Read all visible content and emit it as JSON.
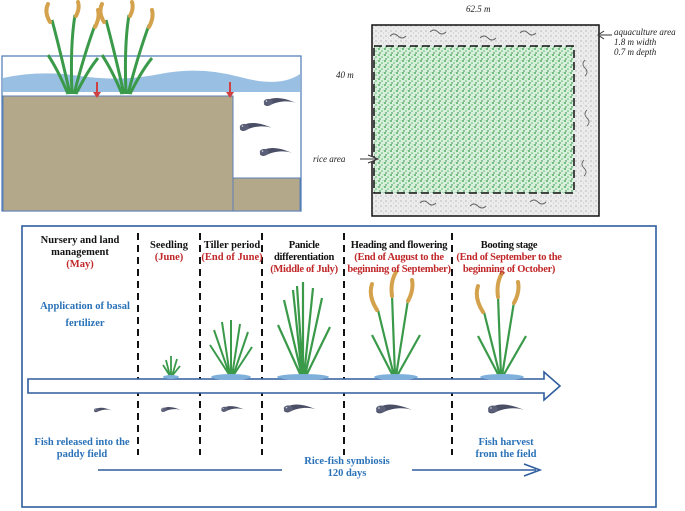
{
  "field_plan": {
    "top_label": "62.5 m",
    "side_label": "40 m",
    "rice_area_label": "rice area",
    "aquaculture_label": [
      "aquaculture area",
      "1.8 m width",
      "0.7 m depth"
    ]
  },
  "stages": [
    {
      "name": [
        "Nursery and land",
        "management"
      ],
      "time": [
        "(May)"
      ]
    },
    {
      "name": [
        "Seedling"
      ],
      "time": [
        "(June)"
      ]
    },
    {
      "name": [
        "Tiller period"
      ],
      "time": [
        "(End of June)"
      ]
    },
    {
      "name": [
        "Panicle differentiation"
      ],
      "time": [
        "(Middle of July)"
      ]
    },
    {
      "name": [
        "Heading and flowering"
      ],
      "time": [
        "(End of August to the",
        "beginning of September)"
      ]
    },
    {
      "name": [
        "Booting stage"
      ],
      "time": [
        "(End of September to the",
        "beginning of October)"
      ]
    }
  ],
  "notes": {
    "fertilizer": [
      "Application of basal",
      "fertilizer"
    ],
    "fish_release": [
      "Fish released into the",
      "paddy field"
    ],
    "symbiosis": [
      "Rice-fish symbiosis",
      "120 days"
    ],
    "harvest": [
      "Fish harvest",
      "from the field"
    ]
  },
  "colors": {
    "water": "#7fb0dc",
    "soil": "#b3a98a",
    "rice_green": "#3a9a4a",
    "grain": "#d4a24c",
    "fish": "#4a4f66",
    "arrow_blue": "#2f5d9e",
    "time_red": "#c0282a",
    "note_blue": "#2a72b8"
  }
}
